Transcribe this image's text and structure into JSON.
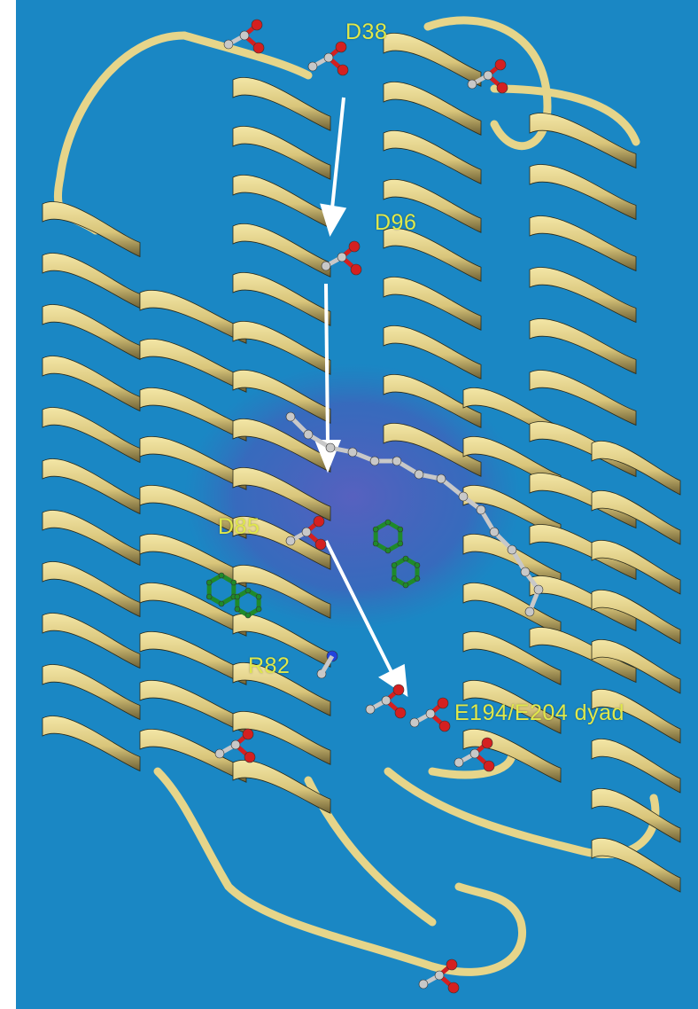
{
  "figure": {
    "background_color": "#1a87c4",
    "ribbon_color": "#e6d58a",
    "ribbon_shadow": "#2a2a1a",
    "arrow_color": "#ffffff",
    "label_color": "#e0e84a",
    "oxygen_color": "#d42020",
    "carbon_color": "#c8c8c8",
    "chromophore_color": "#1f8a2a",
    "nitrogen_color": "#2244dd",
    "labels": {
      "d38": "D38",
      "d96": "D96",
      "d85": "D85",
      "r82": "R82",
      "dyad": "E194/E204 dyad"
    }
  }
}
